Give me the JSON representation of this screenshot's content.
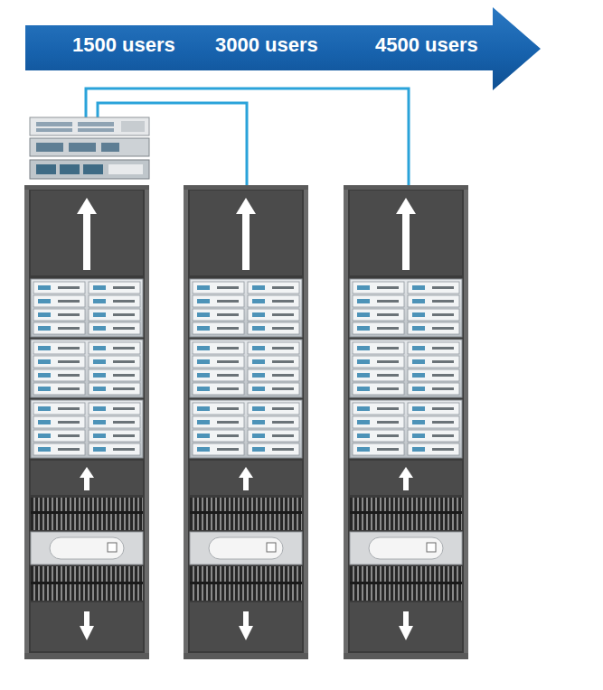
{
  "diagram": {
    "nodes": [
      {
        "text": [
          "1500 users",
          "3000 users",
          "4500 users"
        ]
      }
    ]
  }
}
